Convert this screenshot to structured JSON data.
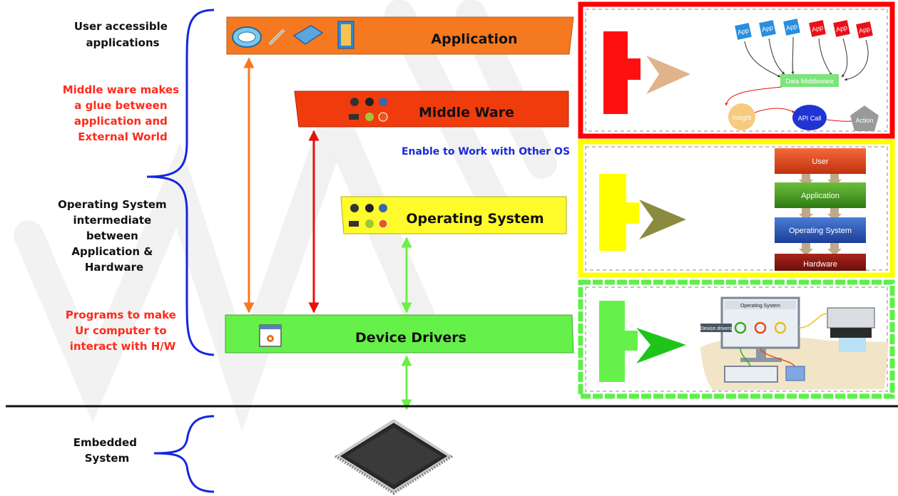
{
  "left_labels": {
    "user_apps": [
      "User accessible",
      "applications"
    ],
    "middleware": [
      "Middle ware makes",
      "a glue between",
      "application and",
      "External World"
    ],
    "os": [
      "Operating System",
      "intermediate",
      "between",
      "Application &",
      "Hardware"
    ],
    "drivers": [
      "Programs to make",
      "Ur computer to",
      "interact with H/W"
    ],
    "embedded": [
      "Embedded",
      "System"
    ]
  },
  "layers": {
    "application": "Application",
    "middleware": "Middle Ware",
    "os": "Operating System",
    "drivers": "Device Drivers"
  },
  "note_other_os": "Enable to Work with Other OS",
  "panel_middleware": {
    "apps": [
      "App",
      "App",
      "App",
      "App",
      "App",
      "App"
    ],
    "hub": "Data Middleware",
    "nodes": [
      "Insight",
      "API Call",
      "Action"
    ]
  },
  "panel_os_stack": [
    "User",
    "Application",
    "Operating System",
    "Hardware"
  ],
  "panel_drivers": {
    "screen_title": "Operating System",
    "tag": "Device drivers"
  },
  "colors": {
    "application": "#f47920",
    "middleware": "#f03c0c",
    "os": "#fffb2a",
    "drivers": "#66f04a",
    "panel_red": "#ff0000",
    "panel_yellow": "#ffff00",
    "panel_green": "#5cf04a"
  }
}
